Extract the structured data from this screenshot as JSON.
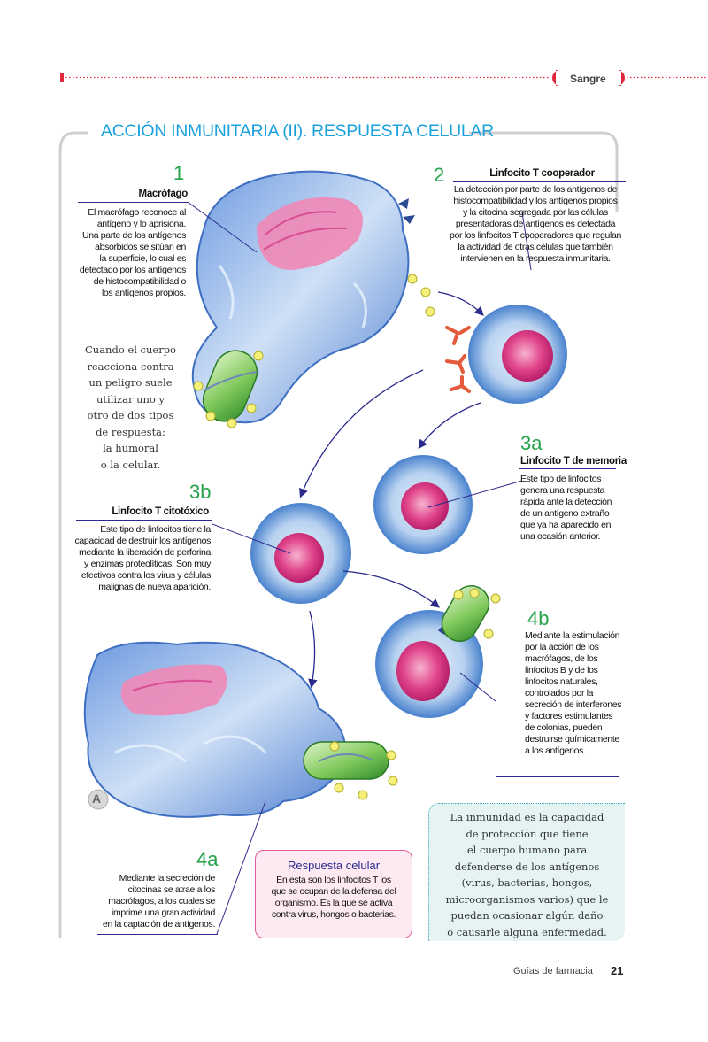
{
  "header": {
    "section": "Sangre",
    "page_title": "ACCIÓN INMUNITARIA (II). RESPUESTA CELULAR"
  },
  "steps": {
    "s1": {
      "number": "1",
      "title": "Macrófago",
      "text": "El macrófago reconoce al\nantígeno y lo aprisiona.\nUna parte de los antígenos\nabsorbidos se sitúan en\nla superficie, lo cual es\ndetectado por los antígenos\nde histocompatibilidad o\nlos antígenos propios."
    },
    "s2": {
      "number": "2",
      "title": "Linfocito T cooperador",
      "text": "La detección por parte de los antígenos de\nhistocompatibilidad y los antígenos propios\ny la citocina segregada por las células\npresentadoras de antígenos es detectada\npor los linfocitos T cooperadores que regulan\nla actividad de otras células que también\nintervienen en la respuesta inmunitaria."
    },
    "s3a": {
      "number": "3a",
      "title": "Linfocito T de memoria",
      "text": "Este tipo de linfocitos\ngenera una respuesta\nrápida ante la detección\nde un antígeno extraño\nque ya ha aparecido en\nuna ocasión anterior."
    },
    "s3b": {
      "number": "3b",
      "title": "Linfocito T citotóxico",
      "text": "Este tipo de linfocitos tiene la\ncapacidad de destruir los antígenos\nmediante la liberación de perforina\ny enzimas proteolíticas. Son muy\nefectivos contra los virus y células\nmalignas de nueva aparición."
    },
    "s4a": {
      "number": "4a",
      "text": "Mediante la secreción de\ncitocinas se atrae a los\nmacrófagos, a los cuales se\nimprime una gran actividad\nen la captación de antígenos."
    },
    "s4b": {
      "number": "4b",
      "text": "Mediante la estimulación\npor la acción de los\nmacrófagos, de los\nlinfocitos B y de los\nlinfocitos naturales,\ncontrolados por la\nsecreción de interferones\ny factores estimulantes\nde colonias, pueden\ndestruirse químicamente\na los antígenos."
    }
  },
  "intro_note": "Cuando el cuerpo\nreacciona contra\nun peligro suele\nutilizar uno y\notro de dos tipos\nde respuesta:\nla humoral\no la celular.",
  "label_a": "A",
  "pink_box": {
    "title": "Respuesta celular",
    "text": "En esta son los linfocitos T los\nque se ocupan de la defensa del\norganismo. Es la que se activa\ncontra virus, hongos o bacterias."
  },
  "teal_box": {
    "text": "La inmunidad es la capacidad\nde protección que tiene\nel cuerpo humano para\ndefenderse de los antígenos\n(virus, bacterias, hongos,\nmicroorganismos varios) que le\npuedan ocasionar algún daño\no causarle alguna enfermedad."
  },
  "footer": {
    "publication": "Guías de farmacia",
    "page_number": "21"
  },
  "colors": {
    "accent_red": "#e0283c",
    "title_blue": "#1aa1dc",
    "step_green": "#25a24a",
    "rule_navy": "#2b2a8c",
    "cell_blue": "#4f86cf",
    "nucleus_pink": "#e0448a"
  }
}
